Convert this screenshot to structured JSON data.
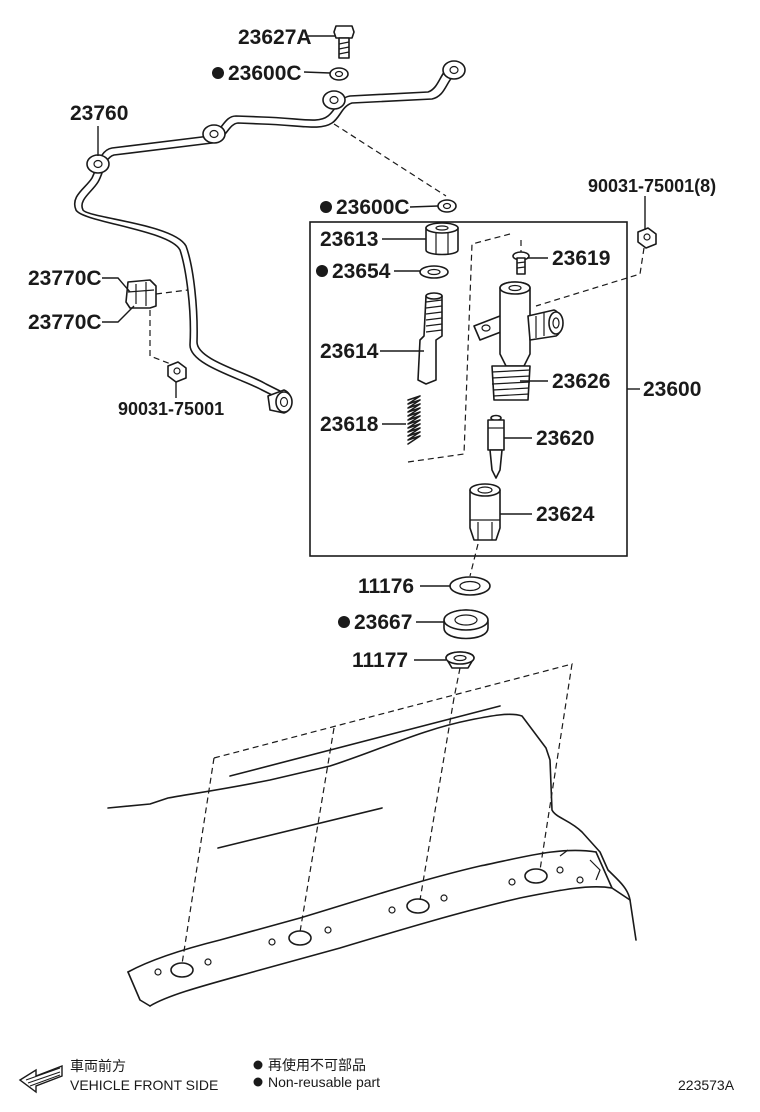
{
  "labels": {
    "p23627A": "23627A",
    "p23600C_top": "23600C",
    "p23760": "23760",
    "p23600C_mid": "23600C",
    "p90031_75001_8": "90031-75001(8)",
    "p23613": "23613",
    "p23654": "23654",
    "p23619": "23619",
    "p23770C_top": "23770C",
    "p23770C_bot": "23770C",
    "p23614": "23614",
    "p23626": "23626",
    "p23600": "23600",
    "p90031_75001": "90031-75001",
    "p23618": "23618",
    "p23620": "23620",
    "p23624": "23624",
    "p11176": "11176",
    "p23667": "23667",
    "p11177": "11177"
  },
  "legend": {
    "front_jp": "車両前方",
    "front_en": "VEHICLE FRONT SIDE",
    "nonreuse_jp": "再使用不可部品",
    "nonreuse_en": "Non-reusable part"
  },
  "figure_code": "223573A"
}
